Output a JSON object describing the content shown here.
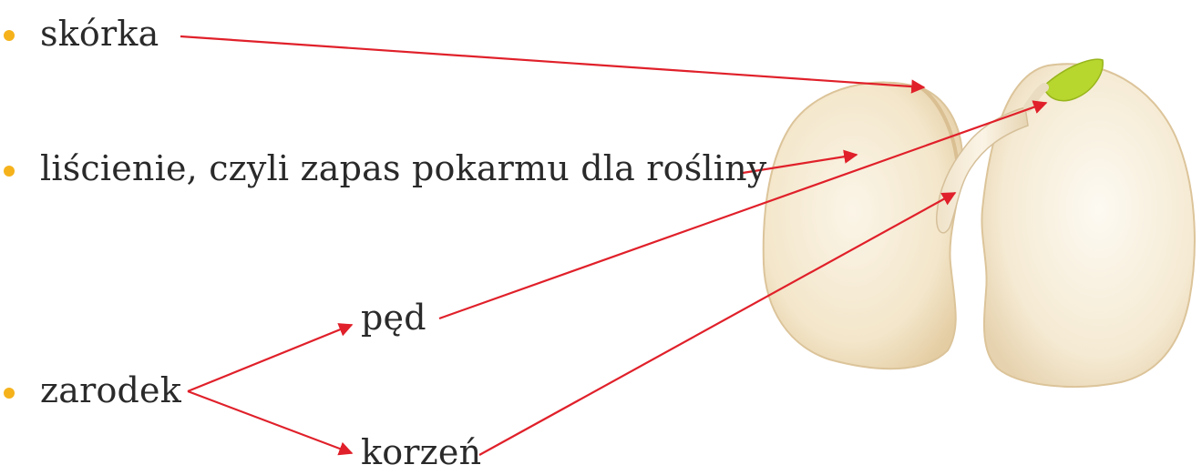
{
  "labels": {
    "skin": "skórka",
    "cotyledons": "liścienie, czyli zapas pokarmu dla rośliny",
    "embryo": "zarodek",
    "shoot": "pęd",
    "root": "korzeń"
  },
  "colors": {
    "arrow": "#e0202a",
    "bullet": "#f5b21b",
    "text": "#2a2a2a",
    "seed_flesh": "#f6ecd8",
    "seed_edge": "#e6d2ae",
    "seed_coat": "#efdcba",
    "shoot_tip": "#b7d62e"
  }
}
